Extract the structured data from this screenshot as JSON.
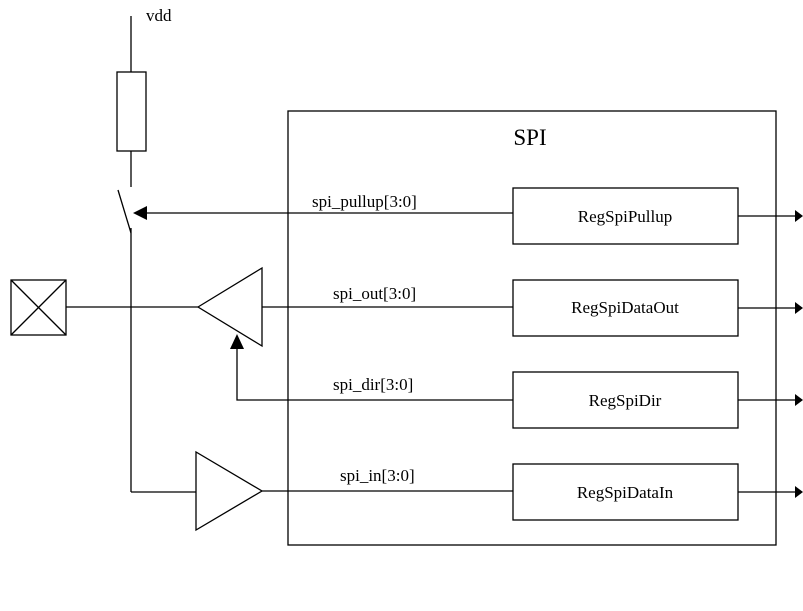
{
  "supply": {
    "label": "vdd"
  },
  "block": {
    "title": "SPI"
  },
  "signals": {
    "pullup": "spi_pullup[3:0]",
    "out": "spi_out[3:0]",
    "dir": "spi_dir[3:0]",
    "in": "spi_in[3:0]"
  },
  "registers": {
    "pullup": "RegSpiPullup",
    "data_out": "RegSpiDataOut",
    "dir": "RegSpiDir",
    "data_in": "RegSpiDataIn"
  },
  "colors": {
    "line": "#000000",
    "background": "#ffffff"
  }
}
